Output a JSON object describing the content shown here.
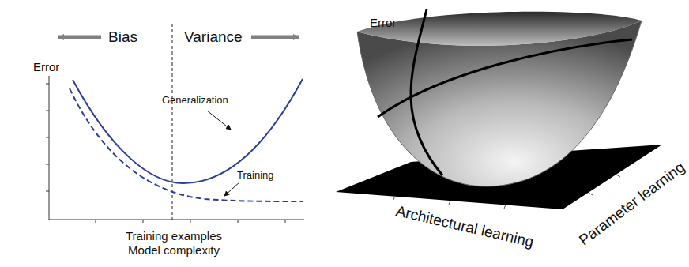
{
  "diagram": {
    "labels": [
      "Bias",
      "Variance",
      "Error",
      "Generalization",
      "Training",
      "Training examples",
      "Model complexity",
      "Error",
      "Architectural learning",
      "Parameter learning"
    ]
  }
}
